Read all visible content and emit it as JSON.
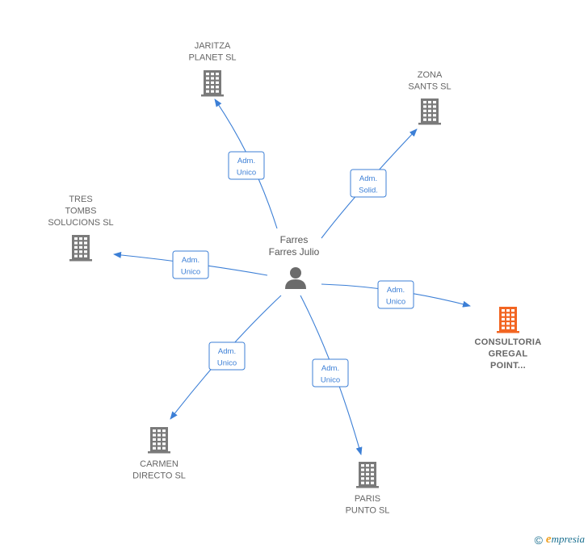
{
  "diagram": {
    "center": {
      "id": "person",
      "lines": [
        "Farres",
        "Farres Julio"
      ]
    },
    "nodes": [
      {
        "id": "jaritza",
        "lines": [
          "JARITZA",
          "PLANET  SL"
        ],
        "color": "#7a7a7a",
        "highlight": false
      },
      {
        "id": "zona",
        "lines": [
          "ZONA",
          "SANTS SL"
        ],
        "color": "#7a7a7a",
        "highlight": false
      },
      {
        "id": "tres",
        "lines": [
          "TRES",
          "TOMBS",
          "SOLUCIONS SL"
        ],
        "color": "#7a7a7a",
        "highlight": false
      },
      {
        "id": "consultoria",
        "lines": [
          "CONSULTORIA",
          "GREGAL",
          "POINT..."
        ],
        "color": "#f26522",
        "highlight": true
      },
      {
        "id": "carmen",
        "lines": [
          "CARMEN",
          "DIRECTO SL"
        ],
        "color": "#7a7a7a",
        "highlight": false
      },
      {
        "id": "paris",
        "lines": [
          "PARIS",
          "PUNTO SL"
        ],
        "color": "#7a7a7a",
        "highlight": false
      }
    ],
    "edges": [
      {
        "to": "jaritza",
        "lines": [
          "Adm.",
          "Unico"
        ]
      },
      {
        "to": "zona",
        "lines": [
          "Adm.",
          "Solid."
        ]
      },
      {
        "to": "tres",
        "lines": [
          "Adm.",
          "Unico"
        ]
      },
      {
        "to": "consultoria",
        "lines": [
          "Adm.",
          "Unico"
        ]
      },
      {
        "to": "carmen",
        "lines": [
          "Adm.",
          "Unico"
        ]
      },
      {
        "to": "paris",
        "lines": [
          "Adm.",
          "Unico"
        ]
      }
    ],
    "edge_color": "#3c7fd6",
    "person_icon_color": "#6b6b6b"
  },
  "footer": {
    "copyright_symbol": "©",
    "brand_initial": "e",
    "brand_rest": "mpresia"
  }
}
